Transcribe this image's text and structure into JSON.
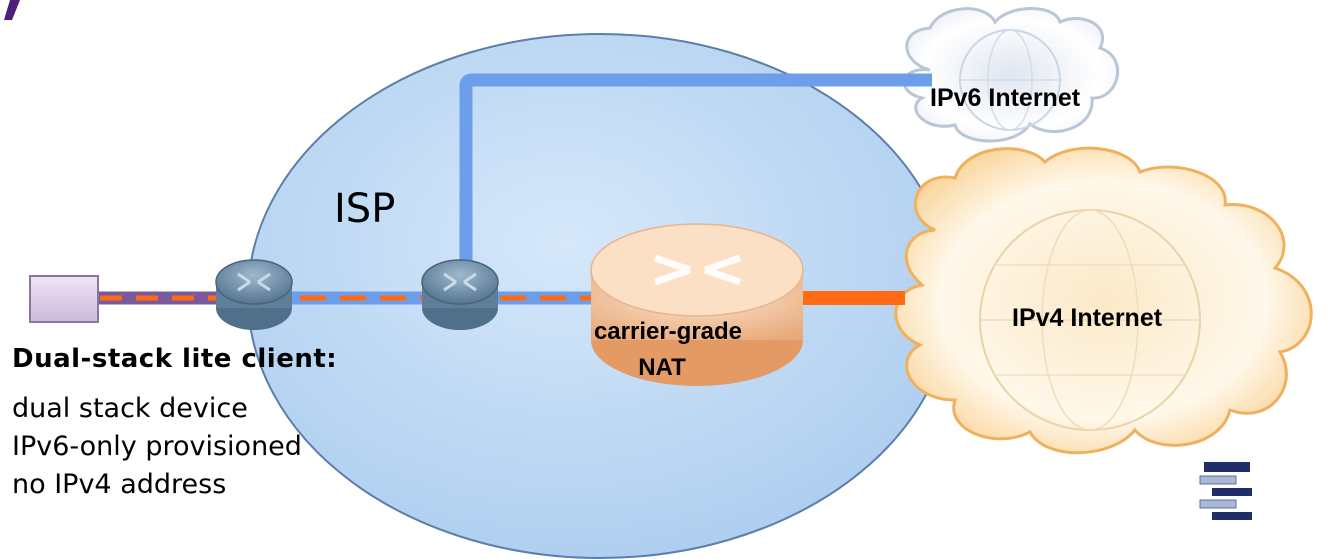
{
  "isp_label": "ISP",
  "clouds": {
    "ipv6": "IPv6 Internet",
    "ipv4": "IPv4 Internet"
  },
  "nat": {
    "line1": "carrier-grade",
    "line2": "NAT"
  },
  "client": {
    "title": "Dual-stack lite client:",
    "lines": [
      "dual stack device",
      "IPv6-only provisioned",
      "no IPv4 address"
    ]
  },
  "colors": {
    "isp_fill": "#bcd8f4",
    "ipv6_link": "#6d9eeb",
    "ipv4_link": "#ff6a13",
    "tunnel_purple": "#7a5a9c",
    "router": "#6f8fa8",
    "cgn_router": "#f2c9a2"
  }
}
